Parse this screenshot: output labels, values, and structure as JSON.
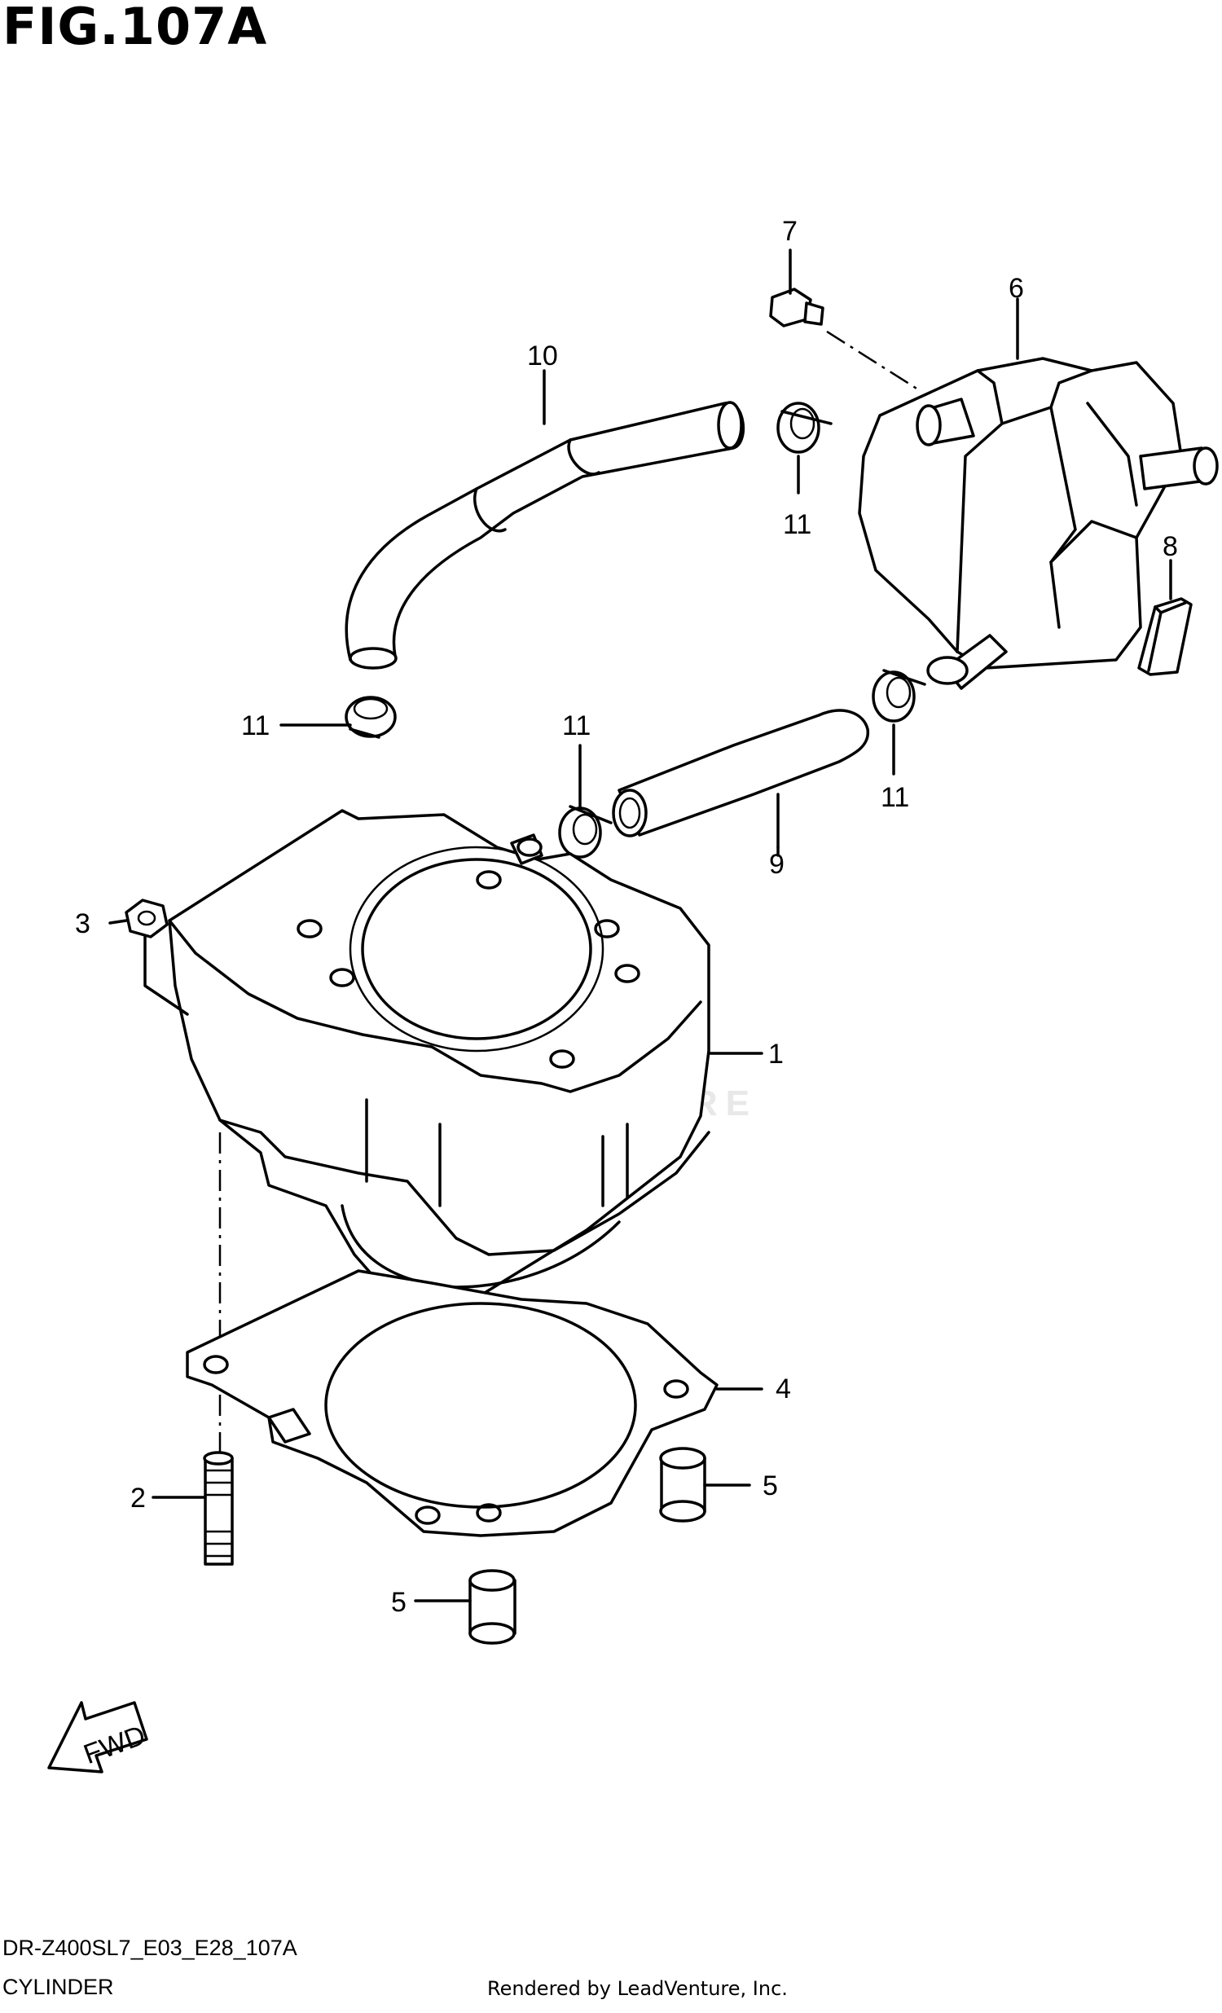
{
  "header": {
    "figure_title": "FIG.107A"
  },
  "callouts": {
    "c1": "1",
    "c2": "2",
    "c3": "3",
    "c4": "4",
    "c5a": "5",
    "c5b": "5",
    "c6": "6",
    "c7": "7",
    "c8": "8",
    "c9": "9",
    "c10": "10",
    "c11a": "11",
    "c11b": "11",
    "c11c": "11",
    "c11d": "11"
  },
  "fwd_label": "FWD",
  "watermark": "LEADVENTURE",
  "footer": {
    "model_code": "DR-Z400SL7_E03_E28_107A",
    "caption": "CYLINDER",
    "credit": "Rendered by LeadVenture, Inc."
  }
}
